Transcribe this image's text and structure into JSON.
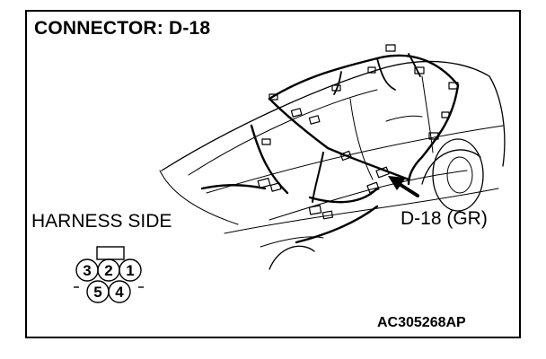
{
  "title": "CONNECTOR: D-18",
  "harness_label": "HARNESS SIDE",
  "callout_label": "D-18 (GR)",
  "ref_code": "AC305268AP",
  "connector": {
    "pins_top": [
      "3",
      "2",
      "1"
    ],
    "pins_bottom": [
      "5",
      "4"
    ]
  }
}
